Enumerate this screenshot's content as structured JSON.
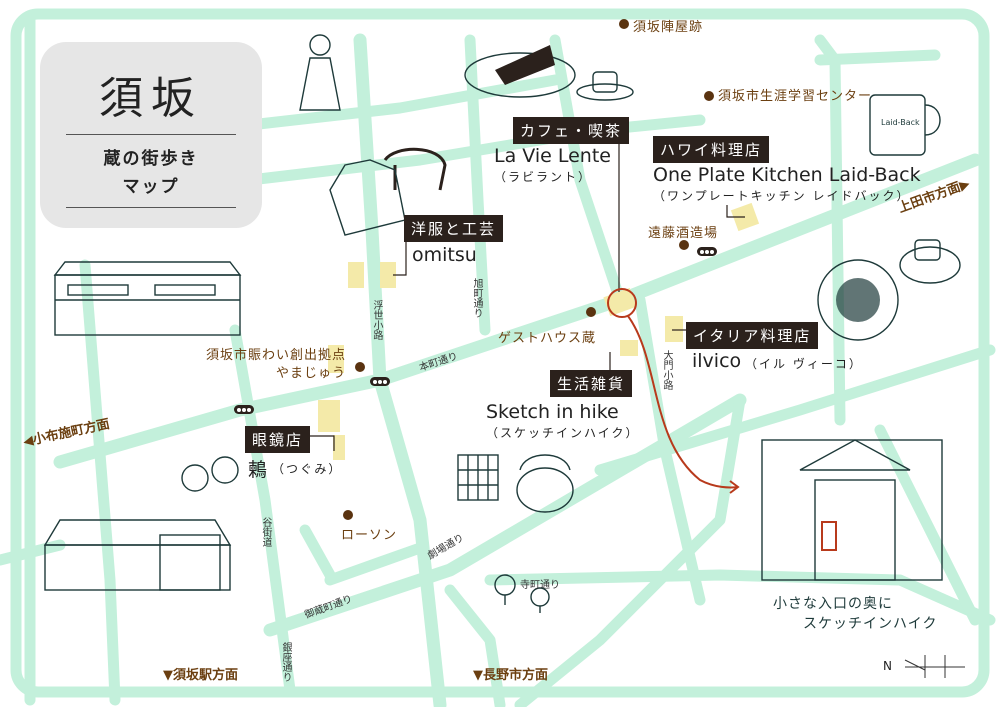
{
  "title": {
    "main": "須坂",
    "sub_line1": "蔵の街歩き",
    "sub_line2": "マップ"
  },
  "colors": {
    "road": "#c3f0db",
    "label_bg": "#2b211c",
    "building": "#f4eaa9",
    "place_text": "#6b3f10",
    "route": "#b83a1c"
  },
  "shops": [
    {
      "category": "カフェ・喫茶",
      "name": "La Vie Lente",
      "kana": "（ラビラント）"
    },
    {
      "category": "ハワイ料理店",
      "name": "One Plate Kitchen Laid-Back",
      "kana": "（ワンプレートキッチン レイドバック）"
    },
    {
      "category": "洋服と工芸",
      "name": "omitsu",
      "kana": ""
    },
    {
      "category": "イタリア料理店",
      "name": "ilvico",
      "kana": "（イル ヴィーコ）"
    },
    {
      "category": "生活雑貨",
      "name": "Sketch in hike",
      "kana": "（スケッチインハイク）"
    },
    {
      "category": "眼鏡店",
      "name": "鶫",
      "kana": "（つぐみ）"
    }
  ],
  "places": {
    "jinya": "須坂陣屋跡",
    "learning_center": "須坂市生涯学習センター",
    "endo_sake": "遠藤酒造場",
    "guesthouse": "ゲストハウス蔵",
    "yamajuu_line1": "須坂市賑わい創出拠点",
    "yamajuu_line2": "やまじゅう",
    "lawson": "ローソン"
  },
  "streets": {
    "ukiyo": "浮世小路",
    "asahi": "旭町通り",
    "honmachi": "本町通り",
    "daimon": "大門小路",
    "tani": "谷街道",
    "gekijo": "劇場通り",
    "gokura": "御蔵町通り",
    "ginza": "銀座通り",
    "teramachi": "寺町通り"
  },
  "directions": {
    "ueda": "上田市方面▶",
    "obuse": "◀小布施町方面",
    "suzaka_station": "▼須坂駅方面",
    "nagano": "▼長野市方面"
  },
  "caption": {
    "line1": "小さな入口の奥に",
    "line2": "スケッチインハイク"
  },
  "mug_text": "Laid-Back",
  "compass": "N"
}
